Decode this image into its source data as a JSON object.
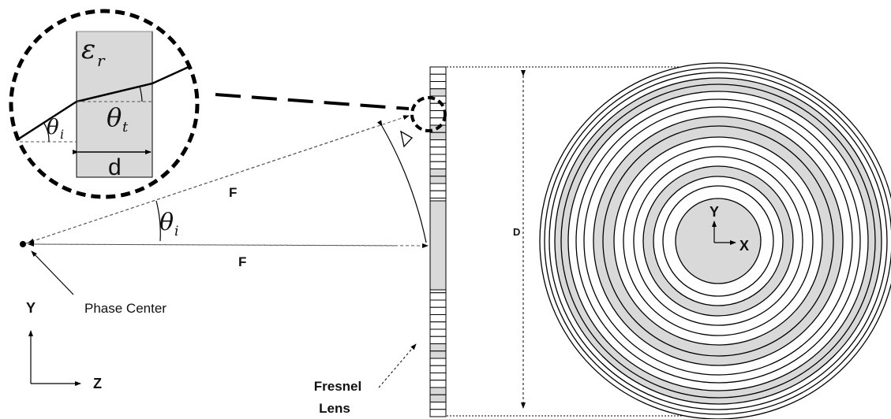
{
  "inset": {
    "epsilon_base": "ε",
    "epsilon_sub": "r",
    "theta_t_base": "θ",
    "theta_t_sub": "t",
    "theta_i_base": "θ",
    "theta_i_sub": "i",
    "d_label": "d"
  },
  "main": {
    "f_label": "F",
    "theta_i_base": "θ",
    "theta_i_sub": "i",
    "phase_center_label": "Phase Center",
    "d_dimension_label": "D",
    "fresnel_line1": "Fresnel",
    "fresnel_line2": "Lens"
  },
  "axes_left": {
    "y_label": "Y",
    "z_label": "Z"
  },
  "axes_right": {
    "y_label": "Y",
    "x_label": "X"
  },
  "lens_strip": {
    "shaded_cells": [
      3,
      8,
      9,
      14,
      15,
      38,
      39,
      44,
      45
    ],
    "colors": {
      "fill": "#d9d9d9",
      "stroke": "#000000"
    }
  },
  "zone_plate": {
    "shaded_ring_indices": [
      3,
      7,
      8,
      12,
      13
    ],
    "colors": {
      "fill": "#d9d9d9",
      "stroke": "#000000"
    }
  }
}
